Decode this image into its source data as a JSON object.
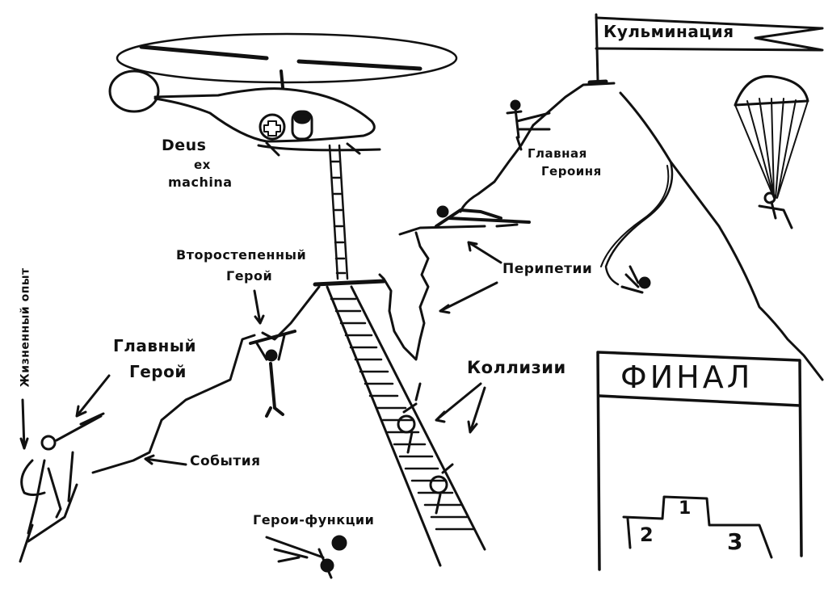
{
  "diagram": {
    "title": "Story structure as a mountain climb",
    "colors": {
      "ink": "#111111",
      "paper": "#ffffff"
    },
    "labels": {
      "climax_flag": "Кульминация",
      "deus_ex_machina_line1": "Deus",
      "deus_ex_machina_line2": "ex",
      "deus_ex_machina_line3": "machina",
      "heroine_line1": "Главная",
      "heroine_line2": "Героиня",
      "secondary_hero_line1": "Второстепенный",
      "secondary_hero_line2": "Герой",
      "peripeteia": "Перипетии",
      "life_experience": "Жизненный опыт",
      "main_hero_line1": "Главный",
      "main_hero_line2": "Герой",
      "collisions": "Коллизии",
      "events": "События",
      "function_heroes": "Герои-функции",
      "finale": "ФИНАЛ"
    },
    "podium": {
      "first": "1",
      "second": "2",
      "third": "3"
    },
    "icons": [
      "helicopter-icon",
      "rope-ladder-icon",
      "parachutist-icon",
      "flag-icon",
      "climber-icon",
      "hanging-figure-icon",
      "skier-icon",
      "ladder-icon",
      "podium-icon"
    ]
  }
}
